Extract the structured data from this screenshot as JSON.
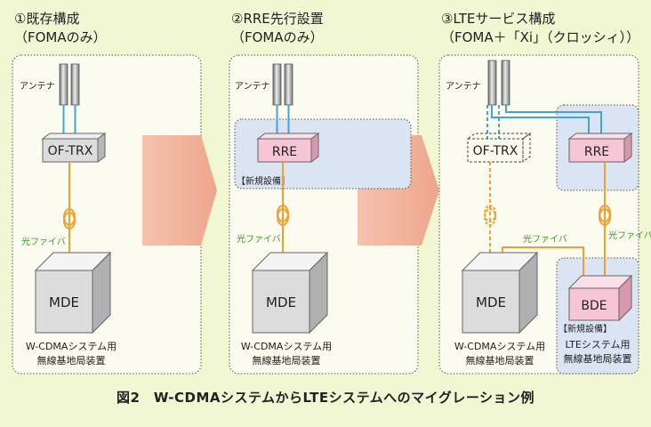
{
  "stage1": {
    "heading_line1": "①既存構成",
    "heading_line2": "（FOMAのみ）",
    "antenna_label": "アンテナ",
    "oftrx_label": "OF-TRX",
    "fiber_label": "光ファイバ",
    "mde_label": "MDE",
    "system_line1": "W-CDMAシステム用",
    "system_line2": "無線基地局装置"
  },
  "stage2": {
    "heading_line1": "②RRE先行設置",
    "heading_line2": "（FOMAのみ）",
    "antenna_label": "アンテナ",
    "rre_label": "RRE",
    "new_equipment_label": "【新規設備】",
    "fiber_label": "光ファイバ",
    "mde_label": "MDE",
    "system_line1": "W-CDMAシステム用",
    "system_line2": "無線基地局装置"
  },
  "stage3": {
    "heading_line1": "③LTEサービス構成",
    "heading_line2": "（FOMA＋「Xi」（クロッシィ））",
    "antenna_label": "アンテナ",
    "oftrx_label": "OF-TRX",
    "rre_label": "RRE",
    "fiber_label_left": "光ファイバ",
    "fiber_label_right": "光ファイバ",
    "mde_label": "MDE",
    "bde_label": "BDE",
    "new_equipment_label": "【新規設備】",
    "wcdma_line1": "W-CDMAシステム用",
    "wcdma_line2": "無線基地局装置",
    "lte_line1": "LTEシステム用",
    "lte_line2": "無線基地局装置"
  },
  "caption": "図2　W-CDMAシステムからLTEシステムへのマイグレーション例",
  "colors": {
    "background": "#f1f7d2",
    "panel": "#fbfbef",
    "new_area": "#dbe4f2",
    "arrow": "#f2b49c",
    "fiber": "#f0a030",
    "fiber_label": "#3c9a2e",
    "antenna_feed": "#40a4d8",
    "rre_box": "#f6c6d6",
    "cube_gray": "#dcdcdc"
  }
}
